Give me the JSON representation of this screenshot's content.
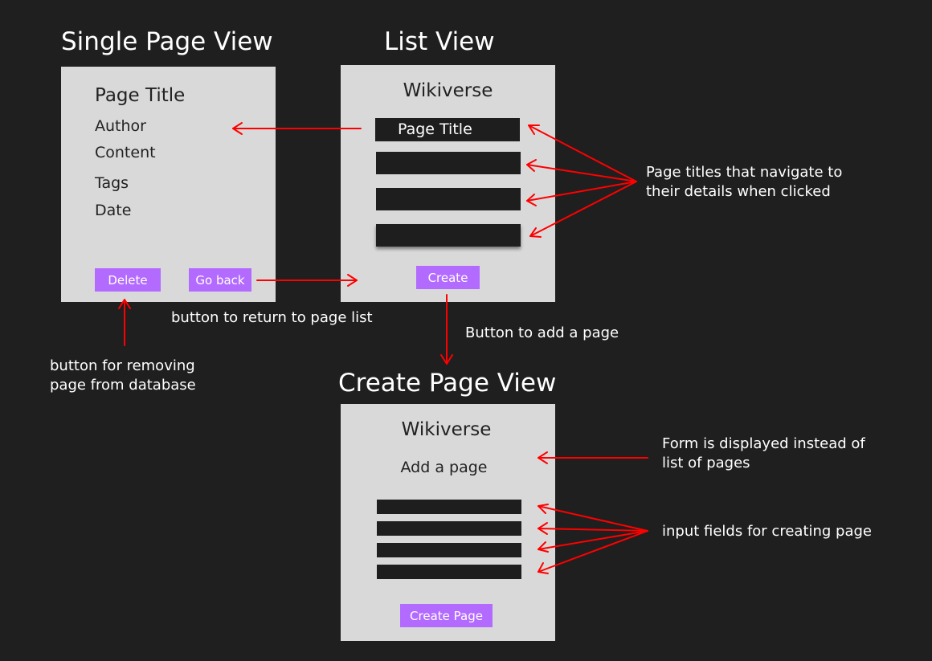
{
  "headings": {
    "single": "Single Page View",
    "list": "List View",
    "create": "Create Page View"
  },
  "single_panel": {
    "title": "Page Title",
    "fields": [
      "Author",
      "Content",
      "Tags",
      "Date"
    ],
    "delete_label": "Delete",
    "back_label": "Go back"
  },
  "list_panel": {
    "app_title": "Wikiverse",
    "first_item": "Page Title",
    "create_label": "Create"
  },
  "create_panel": {
    "app_title": "Wikiverse",
    "subtitle": "Add a page",
    "submit_label": "Create Page"
  },
  "annotations": {
    "page_titles_1": "Page titles that navigate to",
    "page_titles_2": "their details when clicked",
    "return_button": "button to return to page list",
    "add_button": "Button to add a page",
    "remove_1": "button for removing",
    "remove_2": "page from database",
    "form_1": "Form is displayed instead of",
    "form_2": "list of pages",
    "inputs": "input fields for creating page"
  },
  "colors": {
    "background": "#1f1f1f",
    "panel": "#d9d9d9",
    "button": "#b36bff",
    "arrow": "#ff0000"
  }
}
